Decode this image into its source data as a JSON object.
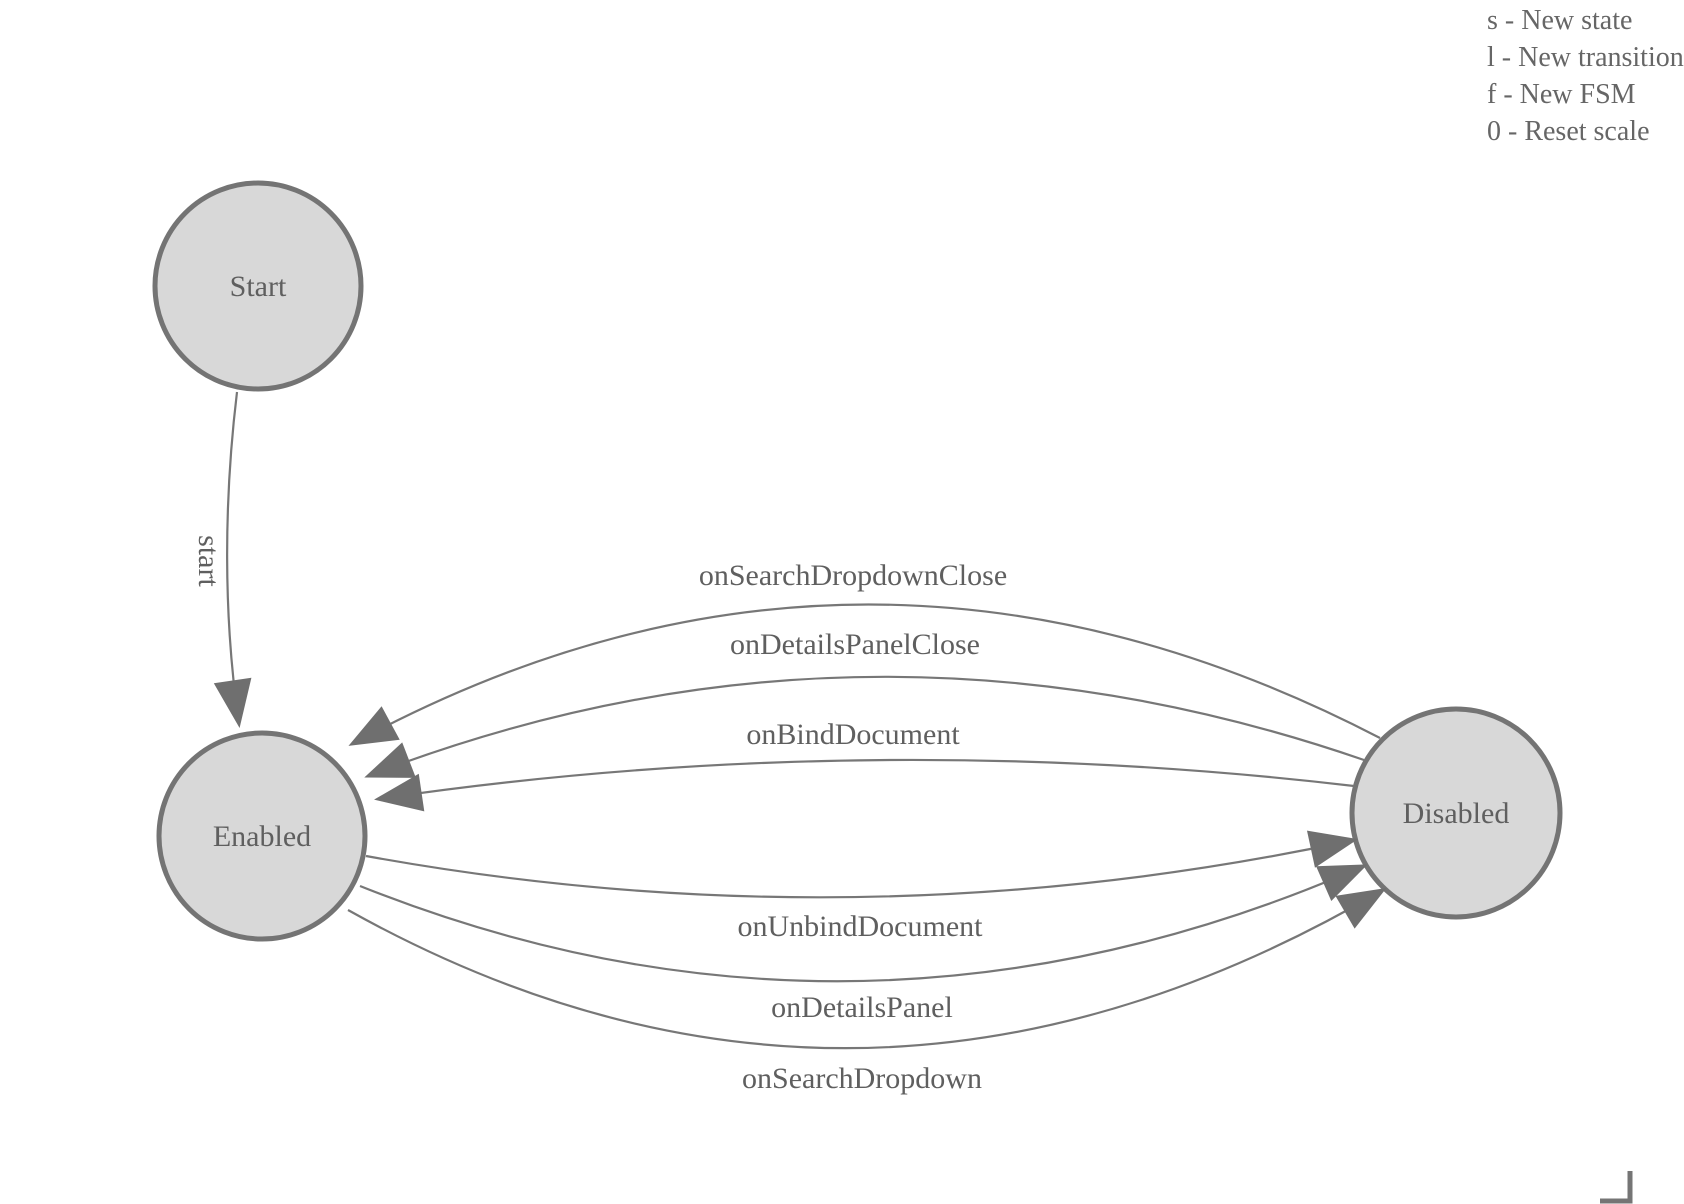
{
  "help": {
    "lines": [
      "s - New state",
      "l - New transition",
      "f - New FSM",
      "0 - Reset scale"
    ]
  },
  "states": [
    {
      "id": "start",
      "label": "Start"
    },
    {
      "id": "enabled",
      "label": "Enabled"
    },
    {
      "id": "disabled",
      "label": "Disabled"
    }
  ],
  "transitions": [
    {
      "label": "start",
      "from": "Start",
      "to": "Enabled"
    },
    {
      "label": "onSearchDropdownClose",
      "from": "Disabled",
      "to": "Enabled"
    },
    {
      "label": "onDetailsPanelClose",
      "from": "Disabled",
      "to": "Enabled"
    },
    {
      "label": "onBindDocument",
      "from": "Disabled",
      "to": "Enabled"
    },
    {
      "label": "onUnbindDocument",
      "from": "Enabled",
      "to": "Disabled"
    },
    {
      "label": "onDetailsPanel",
      "from": "Enabled",
      "to": "Disabled"
    },
    {
      "label": "onSearchDropdown",
      "from": "Enabled",
      "to": "Disabled"
    }
  ],
  "colors": {
    "state_fill": "#d8d8d8",
    "state_border": "#747474",
    "edge": "#777777",
    "arrowhead": "#6f6f6f",
    "label_text": "#5f5f5f",
    "help_text": "#666666",
    "background": "#ffffff"
  }
}
